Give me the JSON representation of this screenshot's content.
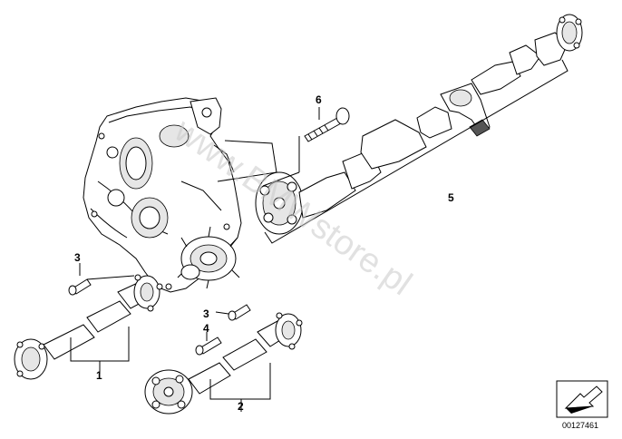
{
  "diagram": {
    "callouts": [
      "1",
      "2",
      "3",
      "3",
      "4",
      "5",
      "6"
    ],
    "watermark": "www.BMWstore.pl",
    "catalog_number": "00127461"
  }
}
